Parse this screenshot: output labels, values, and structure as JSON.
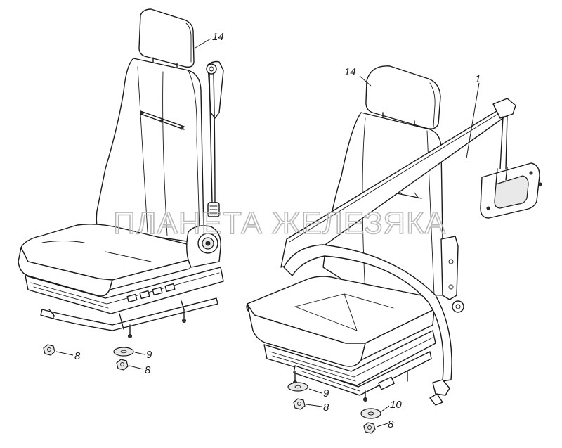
{
  "watermark": {
    "text": "ПЛАНЕТА ЖЕЛЕЗЯКА"
  },
  "callouts": {
    "left_headrest": "14",
    "left_nut": "8",
    "left_washer": "9",
    "left_washer_nut": "8",
    "right_headrest": "14",
    "right_belt": "1",
    "right_washer": "9",
    "right_washer_nut": "8",
    "right_washer_10": "10",
    "right_washer_10_nut": "8"
  }
}
